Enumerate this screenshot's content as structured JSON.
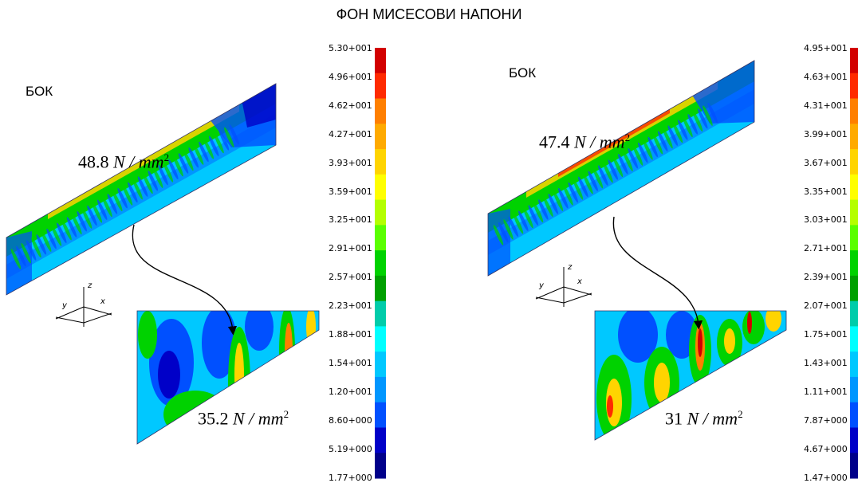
{
  "title": "ФОН МИСЕСОВИ НАПОНИ",
  "panels": [
    {
      "side_label": "БОК",
      "max_stress": {
        "value": "48.8",
        "unit": "N / mm"
      },
      "detail_stress": {
        "value": "35.2",
        "unit": "N / mm"
      },
      "legend": [
        "5.30+001",
        "4.96+001",
        "4.62+001",
        "4.27+001",
        "3.93+001",
        "3.59+001",
        "3.25+001",
        "2.91+001",
        "2.57+001",
        "2.23+001",
        "1.88+001",
        "1.54+001",
        "1.20+001",
        "8.60+000",
        "5.19+000",
        "1.77+000"
      ]
    },
    {
      "side_label": "БОК",
      "max_stress": {
        "value": "47.4",
        "unit": "N / mm"
      },
      "detail_stress": {
        "value": "31",
        "unit": "N / mm"
      },
      "legend": [
        "4.95+001",
        "4.63+001",
        "4.31+001",
        "3.99+001",
        "3.67+001",
        "3.35+001",
        "3.03+001",
        "2.71+001",
        "2.39+001",
        "2.07+001",
        "1.75+001",
        "1.43+001",
        "1.11+001",
        "7.87+000",
        "4.67+000",
        "1.47+000"
      ]
    }
  ],
  "unit_exponent": "2",
  "axis_labels": {
    "x": "x",
    "y": "y",
    "z": "z"
  },
  "colors": {
    "scale": [
      "#d20000",
      "#ff2a00",
      "#ff7f00",
      "#ffaa00",
      "#ffd400",
      "#ffff00",
      "#b4ff00",
      "#5aff00",
      "#00d200",
      "#00a000",
      "#00ccaa",
      "#00ffff",
      "#00c8ff",
      "#0096ff",
      "#0050ff",
      "#0000c8",
      "#00008a"
    ]
  }
}
